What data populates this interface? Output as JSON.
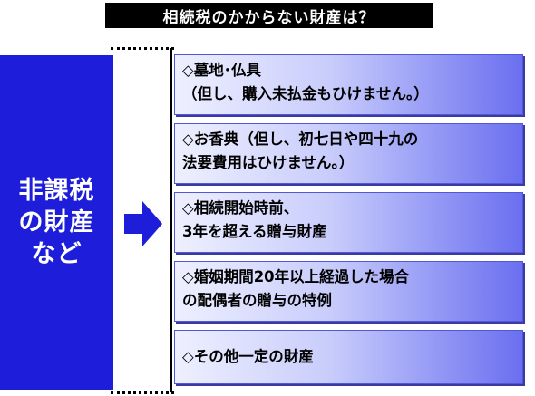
{
  "header": {
    "title": "相続税のかからない財産は？"
  },
  "left_panel": {
    "label": "非課税\nの財産\nなど"
  },
  "items": [
    {
      "text": "◇墓地･仏具\n（但し、購入未払金もひけません。）"
    },
    {
      "text": "◇お香典（但し、初七日や四十九の\n法要費用はひけません。）"
    },
    {
      "text": "◇相続開始時前、\n3年を超える贈与財産"
    },
    {
      "text": "◇婚姻期間20年以上経過した場合\nの配偶者の贈与の特例"
    },
    {
      "text": "◇その他一定の財産"
    }
  ],
  "colors": {
    "panel_blue": "#1e1eda",
    "arrow_blue": "#1e1eda",
    "header_bg": "#000000"
  },
  "icons": {
    "arrow": "right-arrow-icon"
  }
}
